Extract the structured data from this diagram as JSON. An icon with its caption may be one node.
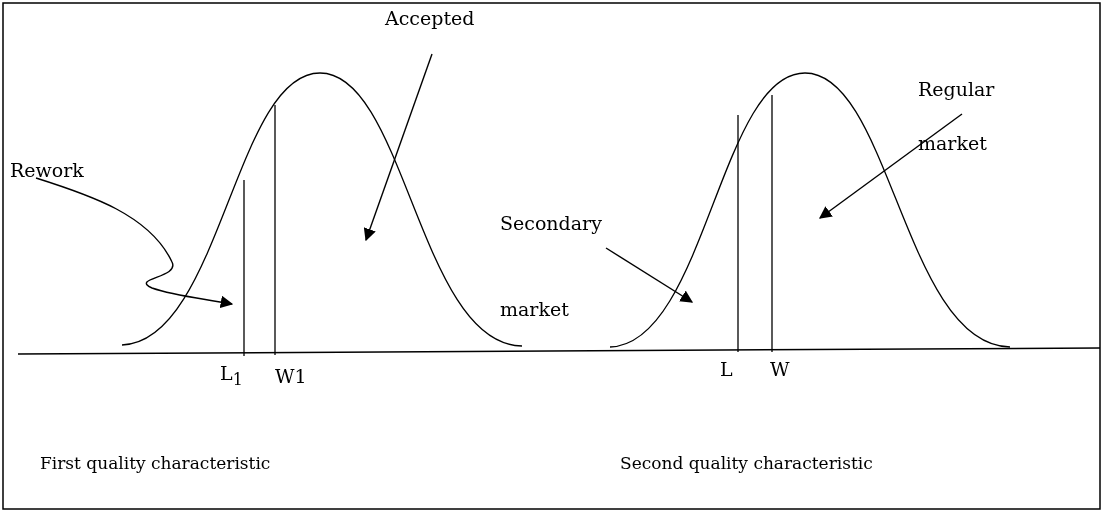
{
  "diagram": {
    "nodes": [
      {
        "text": [
          "Rework"
        ]
      },
      {
        "text": [
          "Accepted"
        ]
      },
      {
        "text": [
          "Secondary market"
        ]
      },
      {
        "text": [
          "Regular market"
        ]
      }
    ],
    "edges": [
      {
        "from": 0,
        "to": null,
        "arrow": "to"
      },
      {
        "from": 1,
        "to": null,
        "arrow": "to"
      },
      {
        "from": 2,
        "to": null,
        "arrow": "to"
      },
      {
        "from": 3,
        "to": null,
        "arrow": "to"
      }
    ],
    "labels": [
      "L$_{1}$",
      "W1",
      "L",
      "W",
      "First quality characteristic",
      "Second quality characteristic"
    ]
  }
}
